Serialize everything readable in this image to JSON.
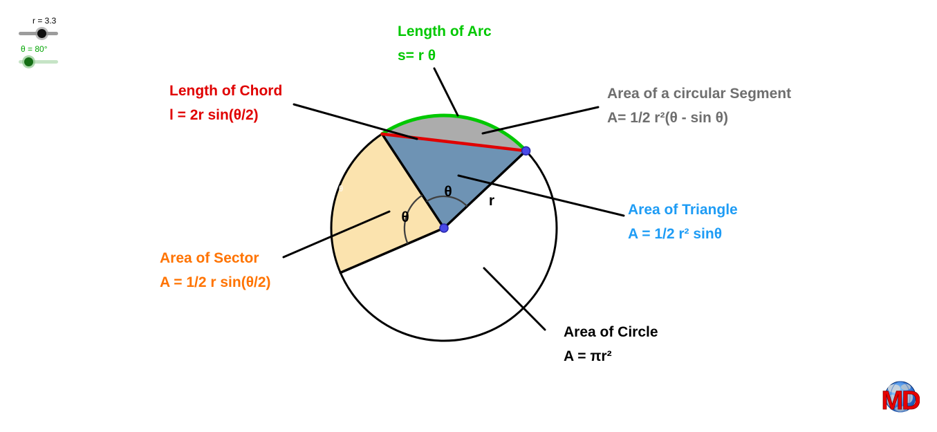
{
  "sliders": {
    "r": {
      "label": "r = 3.3",
      "value": "3.3"
    },
    "theta": {
      "label": "θ = 80°",
      "value": "80°"
    }
  },
  "annotations": {
    "arc": {
      "title": "Length of Arc",
      "formula": "s= r θ",
      "color": "#00C800"
    },
    "chord": {
      "title": "Length of Chord",
      "formula": "l = 2r sin(θ/2)",
      "color": "#E00000"
    },
    "segment": {
      "title": "Area of a circular Segment",
      "formula": "A= 1/2 r²(θ - sin θ)",
      "color": "#6E6E6E"
    },
    "triangle": {
      "title": "Area of Triangle",
      "formula": "A = 1/2 r² sinθ",
      "color": "#1E9CF5"
    },
    "sector": {
      "title": "Area of Sector",
      "formula": "A = 1/2 r sin(θ/2)",
      "color": "#FF7300"
    },
    "circle": {
      "title": "Area of Circle",
      "formula": "A = πr²",
      "color": "#000000"
    }
  },
  "diagram": {
    "theta_symbol": "θ",
    "r_symbol": "r",
    "colors": {
      "sector_fill": "#FBE3AE",
      "triangle_fill": "#6E93B4",
      "segment_fill": "#ACACAC",
      "arc_stroke": "#00C800",
      "chord_stroke": "#E00000",
      "point_fill": "#4949E8"
    }
  },
  "logo": {
    "text": "MD"
  }
}
